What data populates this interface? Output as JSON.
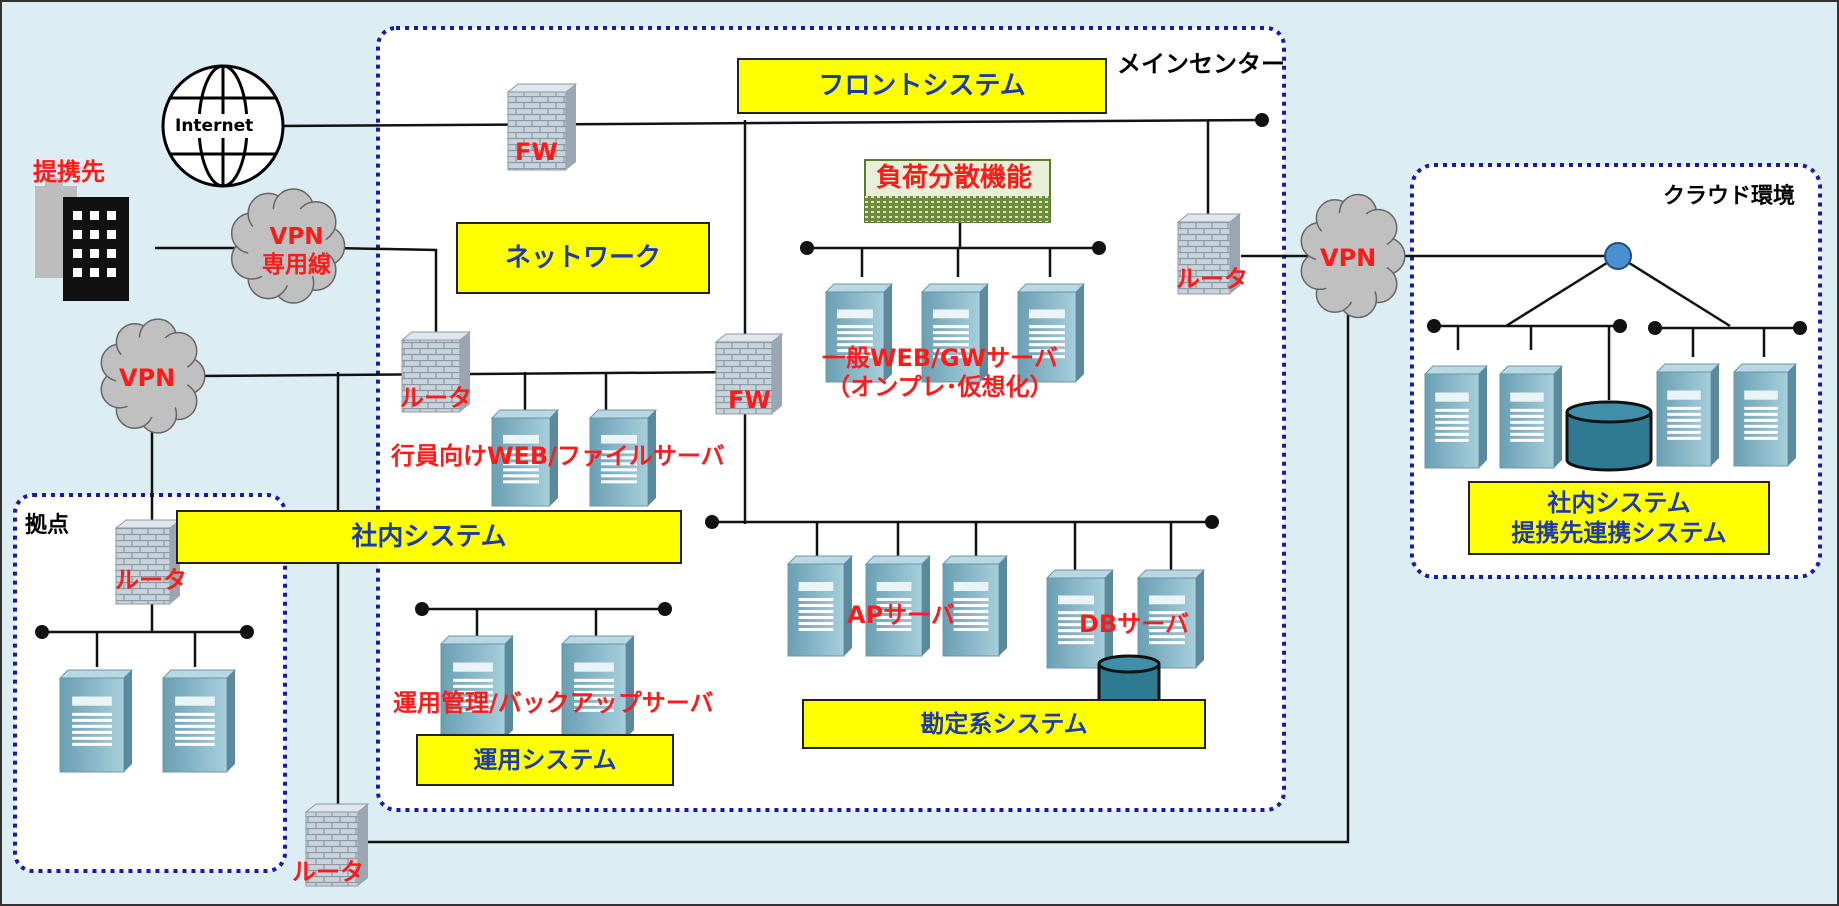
{
  "zones": {
    "main_center": "メインセンター",
    "cloud": "クラウド環境",
    "branch": "拠点",
    "partner": "提携先"
  },
  "systems": {
    "front": "フロントシステム",
    "network": "ネットワーク",
    "internal": "社内システム",
    "operations": "運用システム",
    "core": "勘定系システム",
    "cloud_systems": [
      "社内システム",
      "提携先連携システム"
    ]
  },
  "labels": {
    "fw": "FW",
    "router": "ルータ",
    "vpn": "VPN",
    "vpn_dedicated": [
      "VPN",
      "専用線"
    ],
    "internet": "Internet",
    "load_balancer": "負荷分散機能",
    "general_web": [
      "一般WEB/GWサーバ",
      "（オンプレ･仮想化）"
    ],
    "staff_web": "行員向けWEB/ファイルサーバ",
    "ap_server": "APサーバ",
    "db_server": "DBサーバ",
    "ops_server": "運用管理/バックアップサーバ"
  },
  "colors": {
    "background": "#dcedf3",
    "zone_border": "#1a1aa8",
    "system_box": "#ffff00",
    "system_text": "#1f3aa6",
    "red_label": "#ff1a1a",
    "server_body": "#7fb3c6",
    "cloud_fill": "#c0c0c0"
  }
}
